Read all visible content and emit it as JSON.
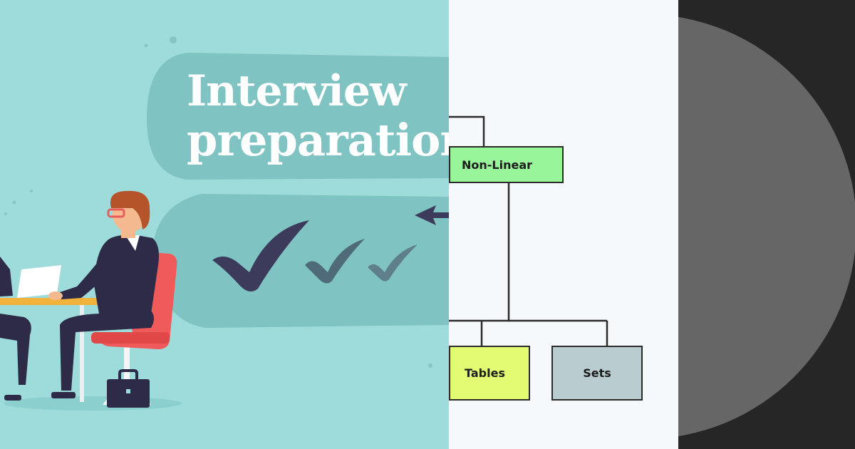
{
  "banner": {
    "title_line1": "Interview",
    "title_line2": "preparation"
  },
  "tree": {
    "nodes": {
      "non_linear": "Non-Linear",
      "tables": "Tables",
      "sets": "Sets"
    }
  },
  "colors": {
    "banner_bg": "#9edcdb",
    "bubble": "#7fc3c3",
    "suit": "#2d2b48",
    "chair": "#f05a5a",
    "checkmark_dark": "#3d3b5c",
    "checkmark_mid": "#4f6a78",
    "node_non_linear": "#98f59a",
    "node_tables": "#e3fb72",
    "node_sets": "#b9cdd1",
    "right_bg": "#262626",
    "right_circle": "#666666"
  },
  "icons": [
    "checkmark-icon",
    "arrow-left-icon",
    "briefcase-icon"
  ]
}
